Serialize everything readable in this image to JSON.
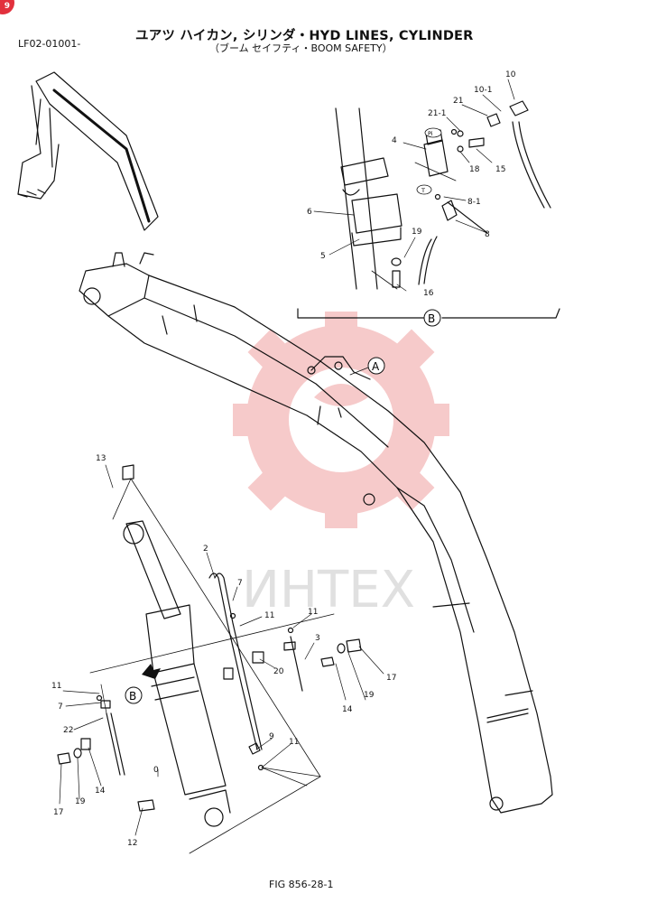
{
  "header": {
    "title": "ユアツ ハイカン, シリンダ・HYD LINES, CYLINDER",
    "subtitle": "（ブーム セイフティ・BOOM SAFETY）",
    "serial": "LF02-01001-",
    "corner_badge": "9"
  },
  "footer": {
    "figure": "FIG 856-28-1"
  },
  "watermark": {
    "text": "ИНТЕХ",
    "color": "#f0a0a0"
  },
  "detail_views": {
    "a": "A",
    "b": "B"
  },
  "callouts": {
    "c0": "0",
    "c2": "2",
    "c3": "3",
    "c4": "4",
    "c5": "5",
    "c6": "6",
    "c7a": "7",
    "c7b": "7",
    "c8": "8",
    "c8_1": "8-1",
    "c9": "9",
    "c10": "10",
    "c10_1": "10-1",
    "c11a": "11",
    "c11b": "11",
    "c11c": "11",
    "c11d": "11",
    "c12": "12",
    "c13": "13",
    "c14a": "14",
    "c14b": "14",
    "c15": "15",
    "c16": "16",
    "c17a": "17",
    "c17b": "17",
    "c18": "18",
    "c19a": "19",
    "c19b": "19",
    "c19c": "19",
    "c20": "20",
    "c21": "21",
    "c21_1": "21-1",
    "c22": "22"
  },
  "marks": {
    "pi": "Pi",
    "t": "T"
  }
}
